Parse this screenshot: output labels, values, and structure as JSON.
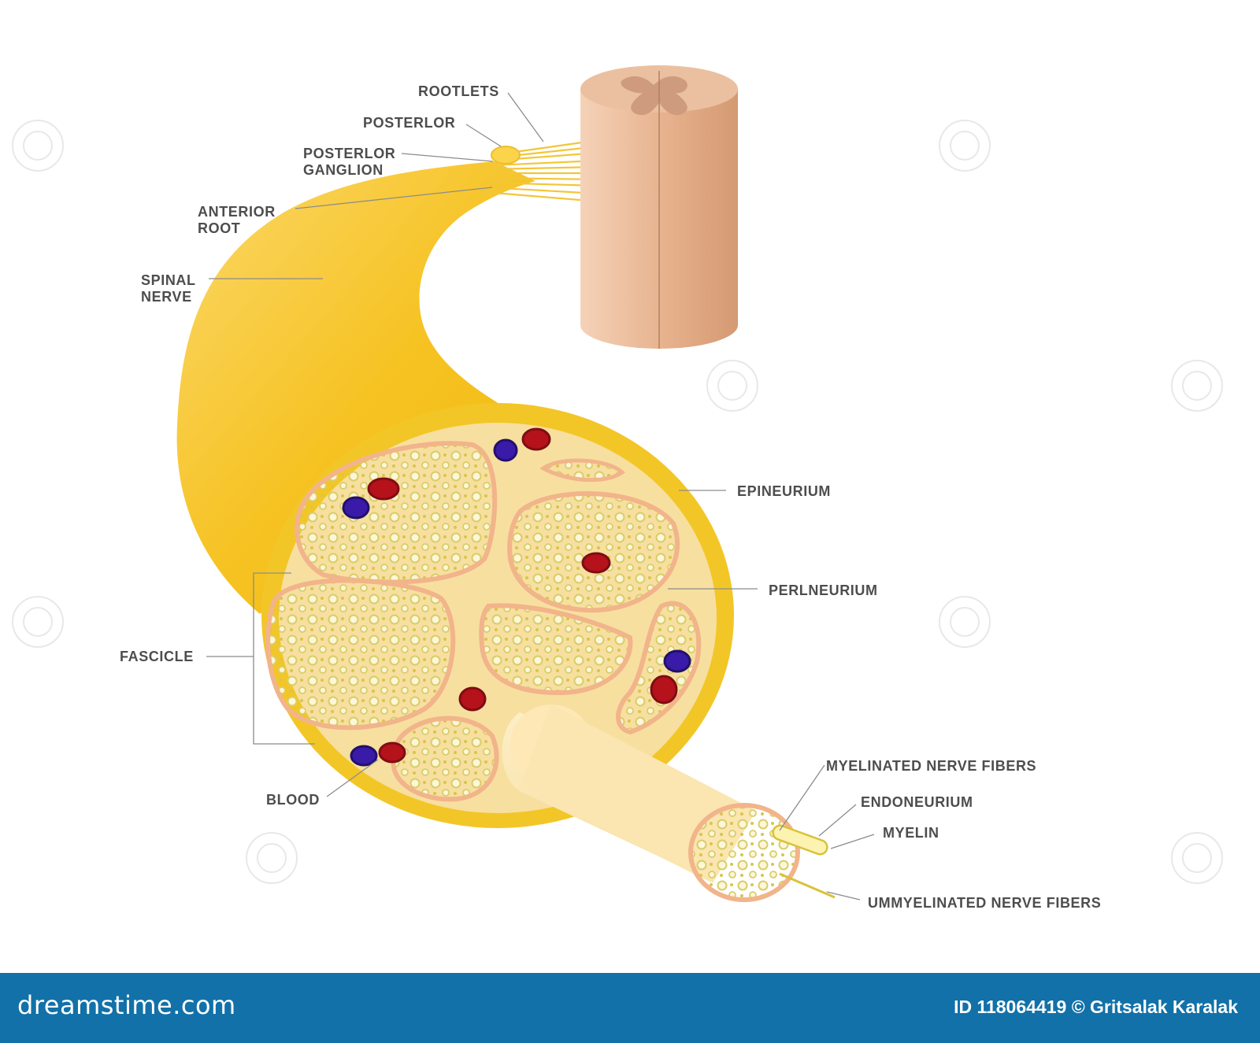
{
  "labels": {
    "rootlets": "ROOTLETS",
    "posterlor": "POSTERLOR",
    "posterlor_ganglion_1": "POSTERLOR",
    "posterlor_ganglion_2": "GANGLION",
    "anterior_root_1": "ANTERIOR",
    "anterior_root_2": "ROOT",
    "spinal_nerve_1": "SPINAL",
    "spinal_nerve_2": "NERVE",
    "epineurium": "EPINEURIUM",
    "perlneurium": "PERLNEURIUM",
    "fascicle": "FASCICLE",
    "blood": "BLOOD",
    "myelinated": "MYELINATED  NERVE  FIBERS",
    "endoneurium": "ENDONEURIUM",
    "myelin": "MYELIN",
    "ummyelinated": "UMMYELINATED  NERVE  FIBERS"
  },
  "footer": {
    "brand": "dreamstime.com",
    "credit": "ID 118064419 © Gritsalak Karalak"
  },
  "colors": {
    "nerve": "#f5c519",
    "cord": "#e8b896",
    "fascicle_fill": "#fbecbd",
    "perineurium": "#f2b48a",
    "artery": "#b5121b",
    "vein": "#3a1aa8",
    "footer": "#1271a8"
  }
}
